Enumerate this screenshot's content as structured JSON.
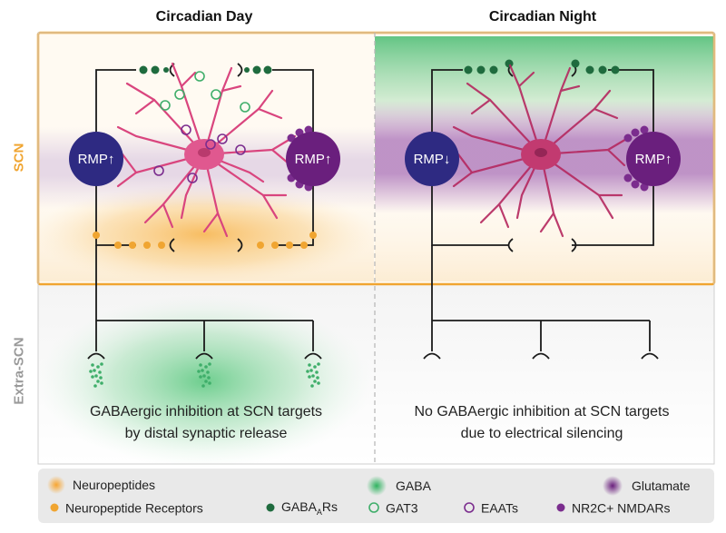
{
  "titles": {
    "day": "Circadian Day",
    "night": "Circadian Night"
  },
  "side_labels": {
    "scn": "SCN",
    "extra": "Extra-SCN"
  },
  "rmp": {
    "day_left": "RMP↑",
    "day_right": "RMP↑",
    "night_left": "RMP↓",
    "night_right": "RMP↑"
  },
  "captions": {
    "day_line1": "GABAergic inhibition at SCN targets",
    "day_line2": "by distal synaptic release",
    "night_line1": "No GABAergic inhibition at SCN targets",
    "night_line2": "due to electrical silencing"
  },
  "legend": {
    "neuropeptides": "Neuropeptides",
    "gaba": "GABA",
    "glutamate": "Glutamate",
    "neuropeptide_receptors": "Neuropeptide Receptors",
    "gabaa_main": "GABA",
    "gabaa_sub": "A",
    "gabaa_tail": "Rs",
    "gat3": "GAT3",
    "eaats": "EAATs",
    "nmdars": "NR2C+ NMDARs"
  },
  "colors": {
    "scn_border": "#f0a531",
    "scn_label": "#f0a531",
    "extra_label": "#9a9a9a",
    "neuron": "#d9457e",
    "rmp_left": "#2e2a82",
    "rmp_right": "#6a1f7d",
    "gaba_dark": "#1f6b3e",
    "gaba_light": "#3fae6a",
    "orange": "#f0a531",
    "purple": "#7b2d8e"
  },
  "icons": {
    "synapse": "synapse-cup-icon",
    "neuron": "neuron-icon"
  }
}
